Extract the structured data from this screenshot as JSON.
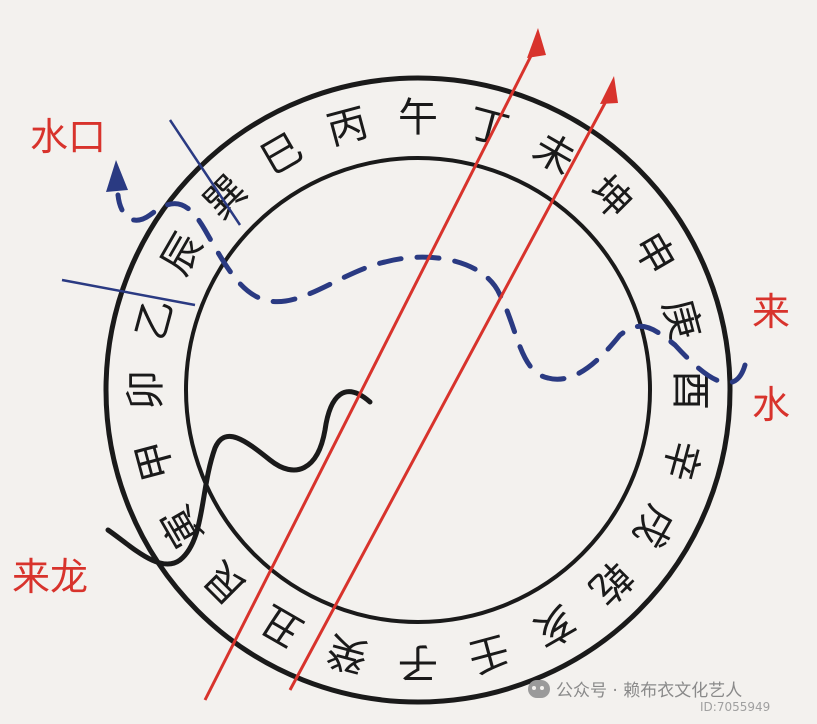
{
  "compass": {
    "ring_characters": [
      "子",
      "癸",
      "丑",
      "艮",
      "寅",
      "甲",
      "卯",
      "乙",
      "辰",
      "巽",
      "巳",
      "丙",
      "午",
      "丁",
      "未",
      "坤",
      "申",
      "庚",
      "酉",
      "辛",
      "戌",
      "乾",
      "亥",
      "壬"
    ]
  },
  "labels": {
    "water_outlet": "水口",
    "incoming_water_1": "来",
    "incoming_water_2": "水",
    "incoming_dragon": "来龙"
  },
  "watermark": {
    "text": "公众号 · 赖布衣文化艺人",
    "sub": "ID:7055949"
  },
  "colors": {
    "red": "#d8332c",
    "navy": "#2a3a82",
    "black": "#1a1a1a"
  }
}
